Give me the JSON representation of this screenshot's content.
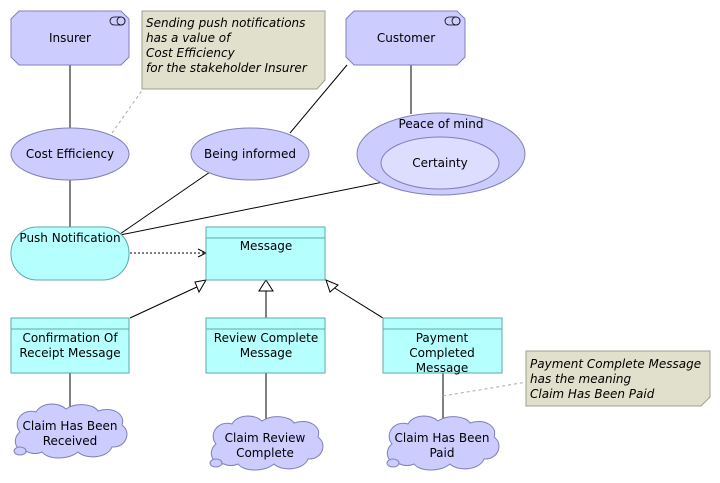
{
  "stakeholders": {
    "insurer": "Insurer",
    "customer": "Customer"
  },
  "values": {
    "cost_efficiency": "Cost Efficiency",
    "being_informed": "Being informed",
    "peace_of_mind": "Peace of mind",
    "certainty": "Certainty"
  },
  "services": {
    "push_notification": "Push Notification"
  },
  "objects": {
    "message": "Message",
    "confirmation": [
      "Confirmation Of",
      "Receipt Message"
    ],
    "review_complete": [
      "Review Complete",
      "Message"
    ],
    "payment_completed": [
      "Payment",
      "Completed",
      "Message"
    ]
  },
  "meanings": {
    "claim_received": [
      "Claim Has Been",
      "Received"
    ],
    "claim_review": [
      "Claim Review",
      "Complete"
    ],
    "claim_paid": [
      "Claim Has Been",
      "Paid"
    ]
  },
  "notes": {
    "insurer_note": [
      "Sending push notifications",
      "has a value of",
      "Cost Efficiency",
      "for the stakeholder Insurer"
    ],
    "payment_note": [
      "Payment Complete Message",
      "has the meaning",
      "Claim Has Been Paid"
    ]
  },
  "colors": {
    "motivation_fill": "#ccccff",
    "motivation_stroke": "#8080b8",
    "application_fill": "#b5ffff",
    "application_stroke": "#5fa8a8",
    "note_fill": "#e0e0cc",
    "note_stroke": "#a0a090"
  }
}
